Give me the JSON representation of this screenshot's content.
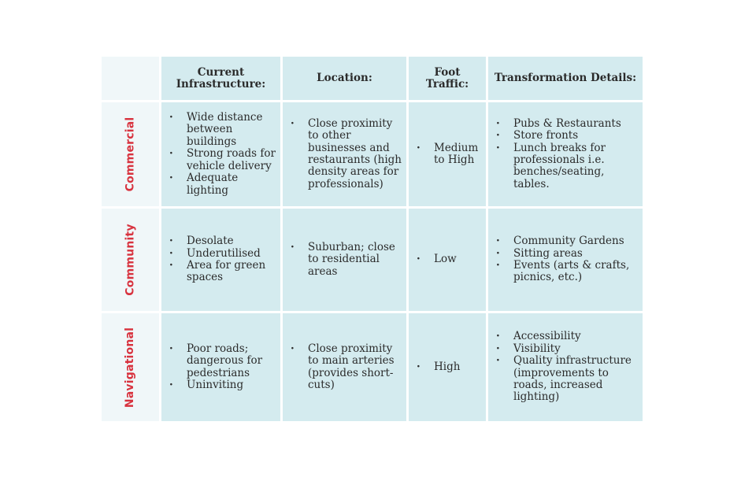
{
  "headers": {
    "infrastructure": "Current Infrastructure:",
    "location": "Location:",
    "foot_traffic": "Foot Traffic:",
    "transformation": "Transformation Details:"
  },
  "rows": [
    {
      "label": "Commercial",
      "infrastructure": [
        "Wide distance between buildings",
        "Strong roads for vehicle delivery",
        "Adequate lighting"
      ],
      "location": [
        "Close proximity to other businesses and restaurants (high density areas for professionals)"
      ],
      "foot_traffic": [
        "Medium to High"
      ],
      "transformation": [
        "Pubs & Restaurants",
        "Store fronts",
        "Lunch breaks for professionals i.e. benches/seating, tables."
      ]
    },
    {
      "label": "Community",
      "infrastructure": [
        "Desolate",
        "Underutilised",
        "Area for green spaces"
      ],
      "location": [
        "Suburban; close to residential areas"
      ],
      "foot_traffic": [
        "Low"
      ],
      "transformation": [
        "Community Gardens",
        "Sitting areas",
        "Events (arts & crafts, picnics, etc.)"
      ]
    },
    {
      "label": "Navigational",
      "infrastructure": [
        "Poor roads; dangerous for pedestrians",
        "Uninviting"
      ],
      "location": [
        "Close proximity to main arteries (provides short-cuts)"
      ],
      "foot_traffic": [
        "High"
      ],
      "transformation": [
        "Accessibility",
        "Visibility",
        "Quality infrastructure (improvements to roads, increased lighting)"
      ]
    }
  ]
}
